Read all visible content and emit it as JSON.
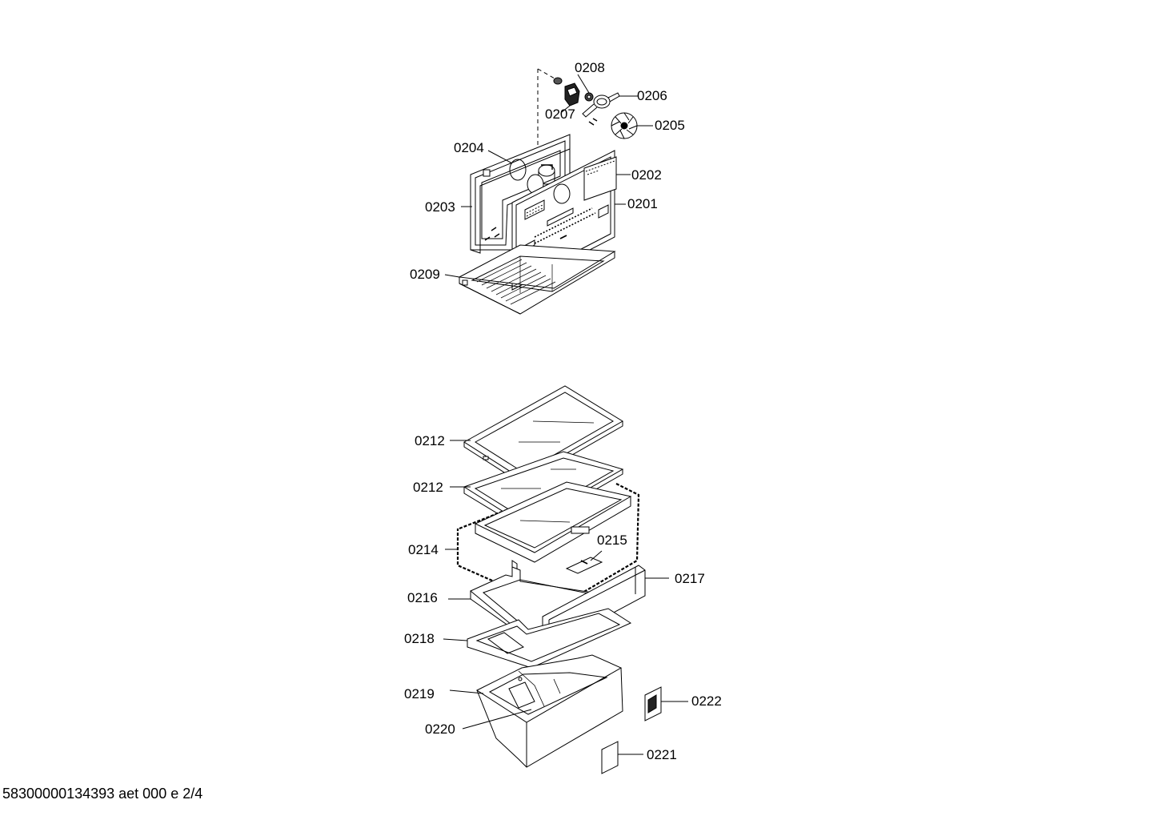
{
  "callouts": {
    "c0208": "0208",
    "c0206": "0206",
    "c0207": "0207",
    "c0205": "0205",
    "c0204": "0204",
    "c0202": "0202",
    "c0203": "0203",
    "c0201": "0201",
    "c0209": "0209",
    "c0212a": "0212",
    "c0212b": "0212",
    "c0214": "0214",
    "c0215": "0215",
    "c0217": "0217",
    "c0216": "0216",
    "c0218": "0218",
    "c0219": "0219",
    "c0222": "0222",
    "c0220": "0220",
    "c0221": "0221"
  },
  "footer": {
    "document_code": "58300000134393 aet 000 e 2/4"
  }
}
